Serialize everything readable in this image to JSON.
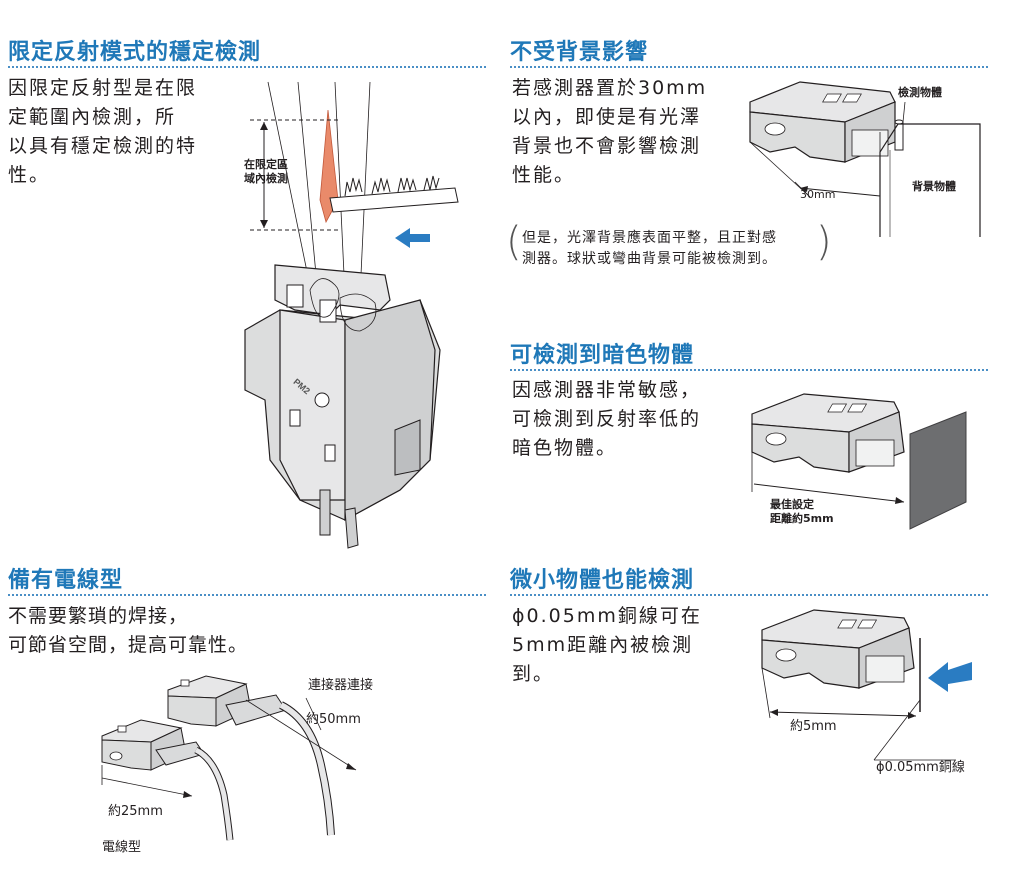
{
  "sections": {
    "limited_reflective": {
      "title": "限定反射模式的穩定檢測",
      "lines": [
        "因限定反射型是在限",
        "定範圍內檢測，所",
        "以具有穩定檢測的特",
        "性。"
      ],
      "zone_label_1": "在限定區",
      "zone_label_2": "域內檢測",
      "logo_text": "PM2"
    },
    "background": {
      "title": "不受背景影響",
      "lines": [
        "若感測器置於30mm",
        "以內，即使是有光澤",
        "背景也不會影響檢測",
        "性能。"
      ],
      "label_object": "檢測物體",
      "label_background": "背景物體",
      "label_distance": "30mm",
      "note_lines": [
        "但是，光澤背景應表面平整，且正對感",
        "測器。球狀或彎曲背景可能被檢測到。"
      ]
    },
    "dark_objects": {
      "title": "可檢測到暗色物體",
      "lines": [
        "因感測器非常敏感，",
        "可檢測到反射率低的",
        "暗色物體。"
      ],
      "label_best_1": "最佳設定",
      "label_best_2": "距離約5mm"
    },
    "cable_type": {
      "title": "備有電線型",
      "lines": [
        "不需要繁瑣的焊接，",
        "可節省空間，提高可靠性。"
      ],
      "label_connector": "連接器連接",
      "label_50mm": "約50mm",
      "label_25mm": "約25mm",
      "label_cable": "電線型"
    },
    "tiny_objects": {
      "title": "微小物體也能檢測",
      "lines": [
        "ϕ0.05mm銅線可在",
        "5mm距離內被檢測",
        "到。"
      ],
      "label_5mm": "約5mm",
      "label_wire": "ϕ0.05mm銅線"
    }
  },
  "colors": {
    "heading": "#1f78b8",
    "arrow": "#2a7cc2",
    "beam": "#e98a6a",
    "dark_object": "#6d6e70"
  }
}
